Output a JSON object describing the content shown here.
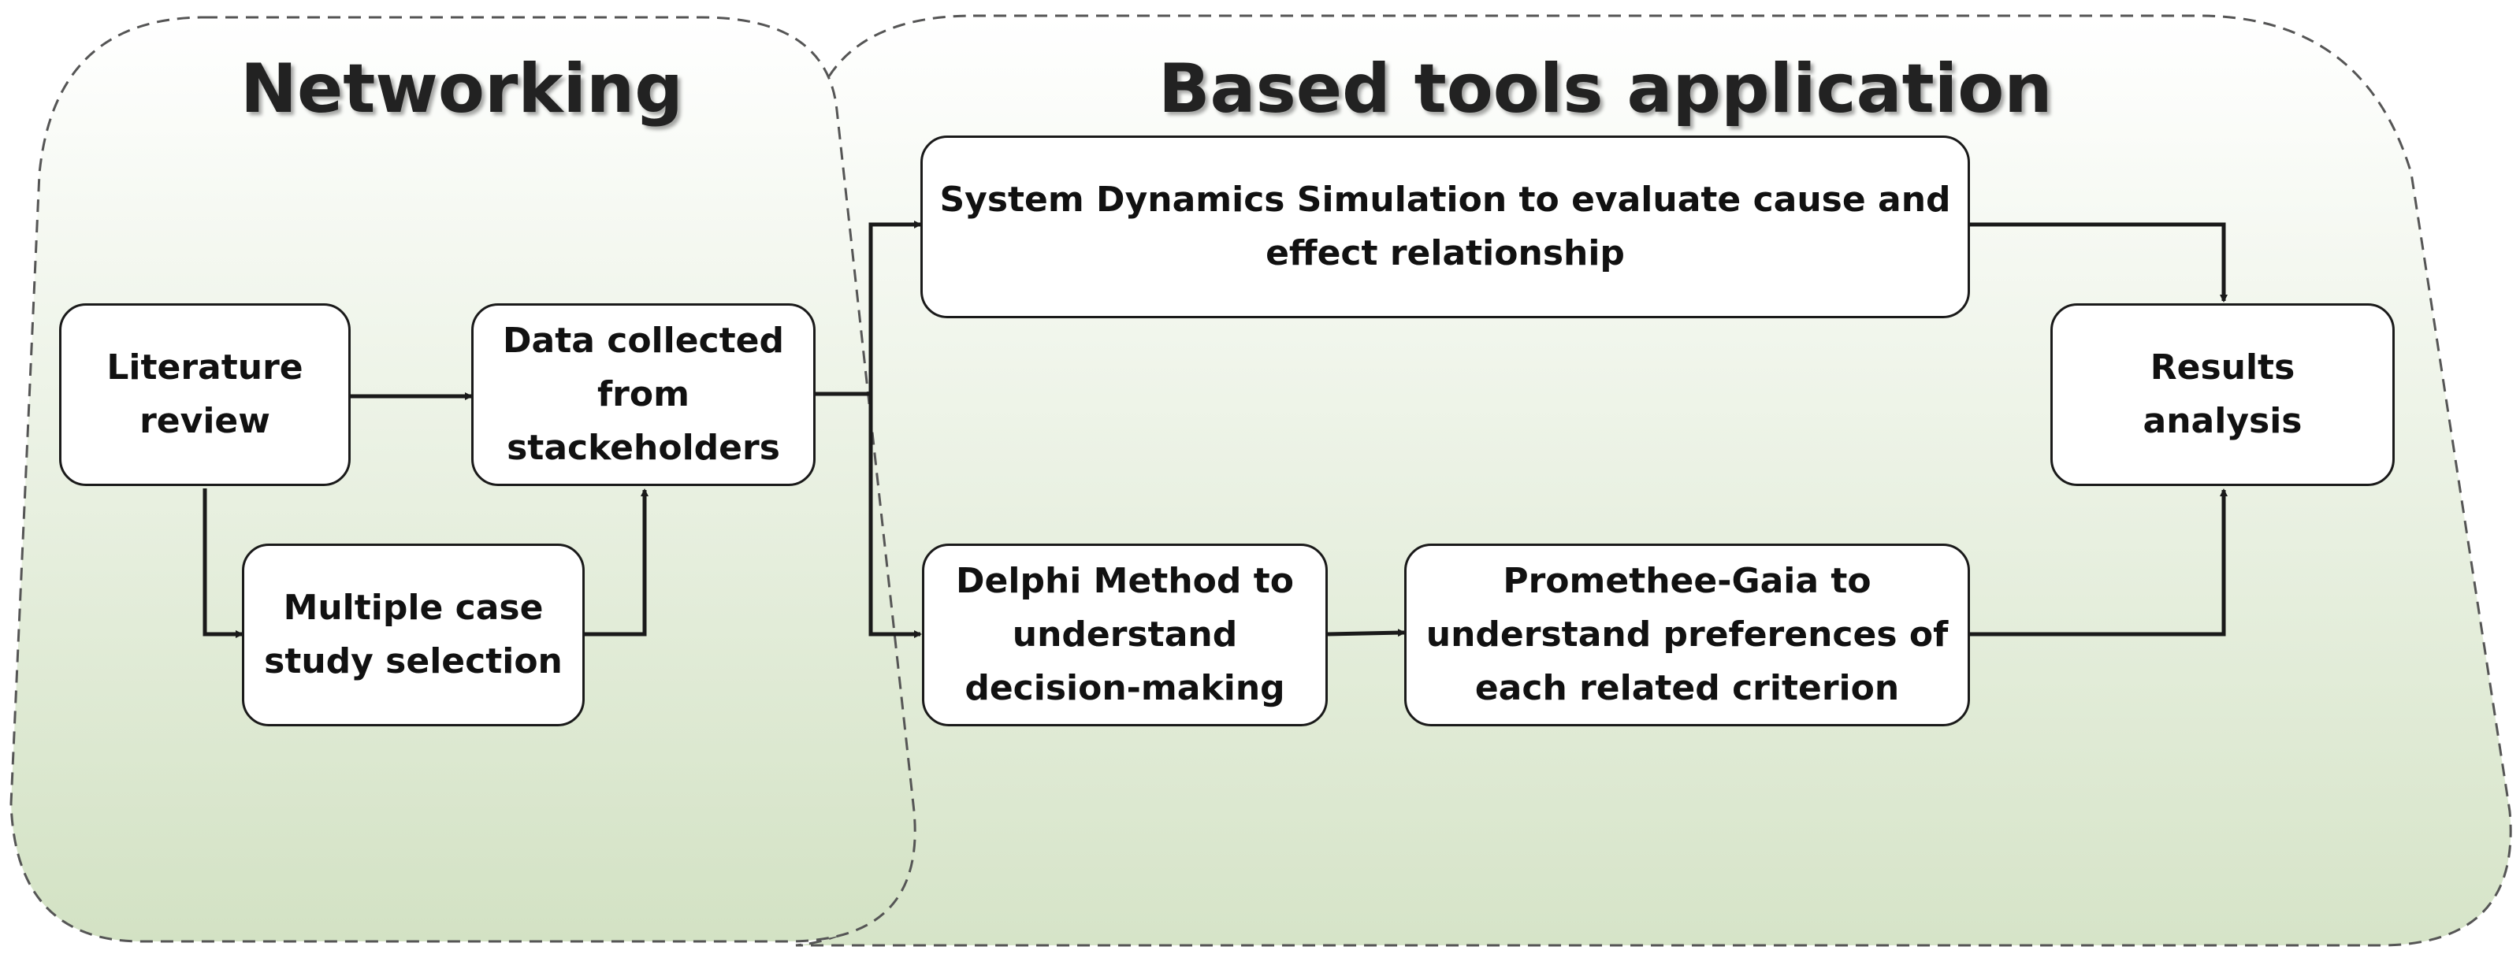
{
  "diagram": {
    "sections": {
      "networking": "Networking",
      "tools": "Based tools application"
    },
    "nodes": {
      "literature_review": "Literature\nreview",
      "data_collected": "Data collected\nfrom\nstackeholders",
      "case_study": "Multiple case\nstudy selection",
      "system_dynamics": "System Dynamics Simulation to evaluate cause and\neffect relationship",
      "delphi": "Delphi Method to\nunderstand\ndecision-making",
      "promethee": "Promethee-Gaia to\nunderstand preferences of\neach related criterion",
      "results": "Results\nanalysis"
    },
    "colors": {
      "region_top": "#ffffff",
      "region_bottom": "#d3e2c4",
      "border": "#1a1a1a",
      "region_border": "#555555"
    }
  }
}
